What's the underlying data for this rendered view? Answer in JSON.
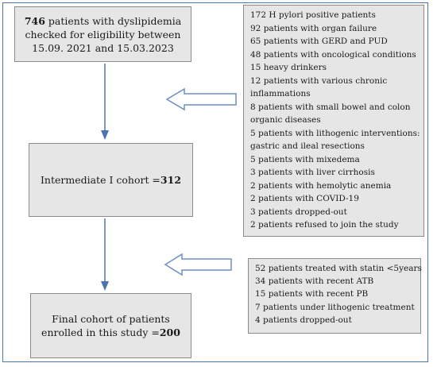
{
  "screening": {
    "count": "746",
    "line1_rest": " patients with dyslipidemia",
    "line2": "checked for eligibility between",
    "line3": "15.09. 2021 and 15.03.2023"
  },
  "intermediate": {
    "label": "Intermediate I cohort =",
    "count": "312"
  },
  "final": {
    "line1": "Final cohort of patients",
    "line2_text": "enrolled in this study =",
    "count": "200"
  },
  "exclusions_first": [
    "172 H pylori positive patients",
    "92 patients with organ failure",
    "65 patients with GERD and PUD",
    "48 patients with oncological conditions",
    "15 heavy drinkers",
    "12 patients with various chronic",
    "inflammations",
    "8 patients with small bowel and colon",
    "organic diseases",
    "5 patients with lithogenic interventions:",
    "gastric and ileal resections",
    "5 patients with mixedema",
    "3 patients with liver cirrhosis",
    "2 patients with hemolytic anemia",
    "2 patients with COVID-19",
    "3 patients dropped-out",
    "2 patients refused to join the study"
  ],
  "exclusions_second": [
    "52 patients treated with statin <5years",
    "34 patients with recent ATB",
    "15 patients with recent PB",
    "7 patients under lithogenic treatment",
    "4 patients dropped-out"
  ],
  "colors": {
    "frame": "#4a74b3",
    "box_fill": "#e6e6e6",
    "flow_arrow": "#4a74b3",
    "exclusion_arrow": "#6d8fc4"
  }
}
